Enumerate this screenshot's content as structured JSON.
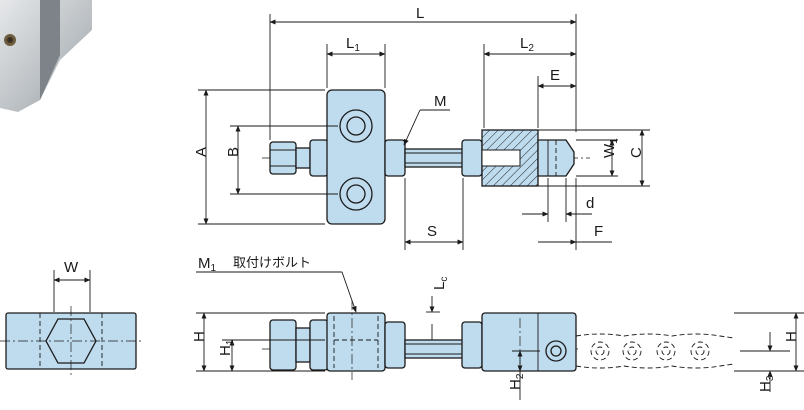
{
  "labels": {
    "L": "L",
    "L1_base": "L",
    "L1_sub": "1",
    "L2_base": "L",
    "L2_sub": "2",
    "E": "E",
    "M": "M",
    "A": "A",
    "B": "B",
    "C": "C",
    "W1_base": "W",
    "W1_sub": "1",
    "d": "d",
    "S": "S",
    "F": "F",
    "W": "W",
    "M1_base": "M",
    "M1_sub": "1",
    "mount_bolt": "取付けボルト",
    "Lc_base": "L",
    "Lc_sub": "c",
    "H": "H",
    "H1_base": "H",
    "H1_sub": "1",
    "H2_base": "H",
    "H2_sub": "2",
    "H3_base": "H",
    "H3_sub": "3",
    "H_right": "H"
  },
  "colors": {
    "part_fill": "#bfdcef",
    "line": "#1a1a1a",
    "photo_metal": "#c8cccf"
  }
}
